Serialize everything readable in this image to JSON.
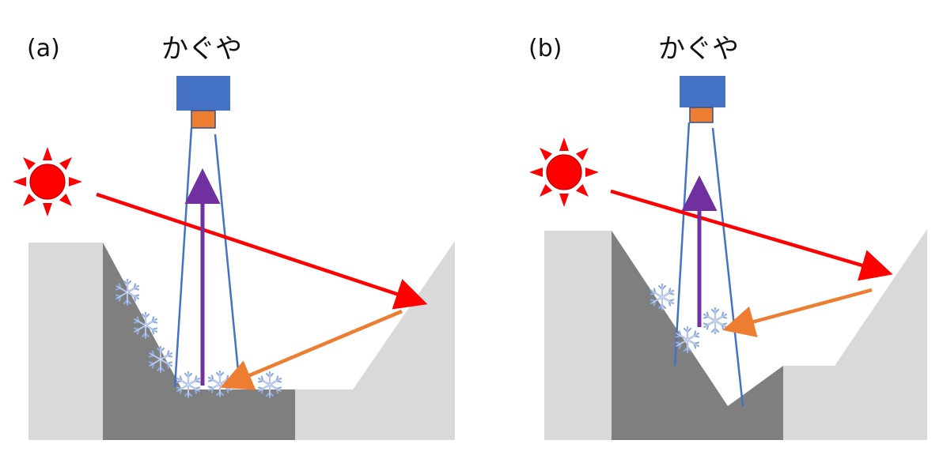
{
  "panels": [
    {
      "id": "a",
      "panel_label": "(a)",
      "camera_label": "かぐや"
    },
    {
      "id": "b",
      "panel_label": "(b)",
      "camera_label": "かぐや"
    }
  ],
  "colors": {
    "background": "#ffffff",
    "terrain_light": "#d9d9d9",
    "terrain_dark": "#7f7f7f",
    "spacecraft_body": "#4472c4",
    "spacecraft_camera": "#ed7d31",
    "field_of_view": "#4472c4",
    "sun": "#ff0000",
    "sun_rays": "#ff0000",
    "sunlight_ray": "#ff0000",
    "reflected_ray": "#ed7d31",
    "observed_ray": "#7030a0",
    "ice": "#b4c7e7"
  },
  "icons": {
    "sun": "sun-icon",
    "ice": "snowflake-icon"
  }
}
